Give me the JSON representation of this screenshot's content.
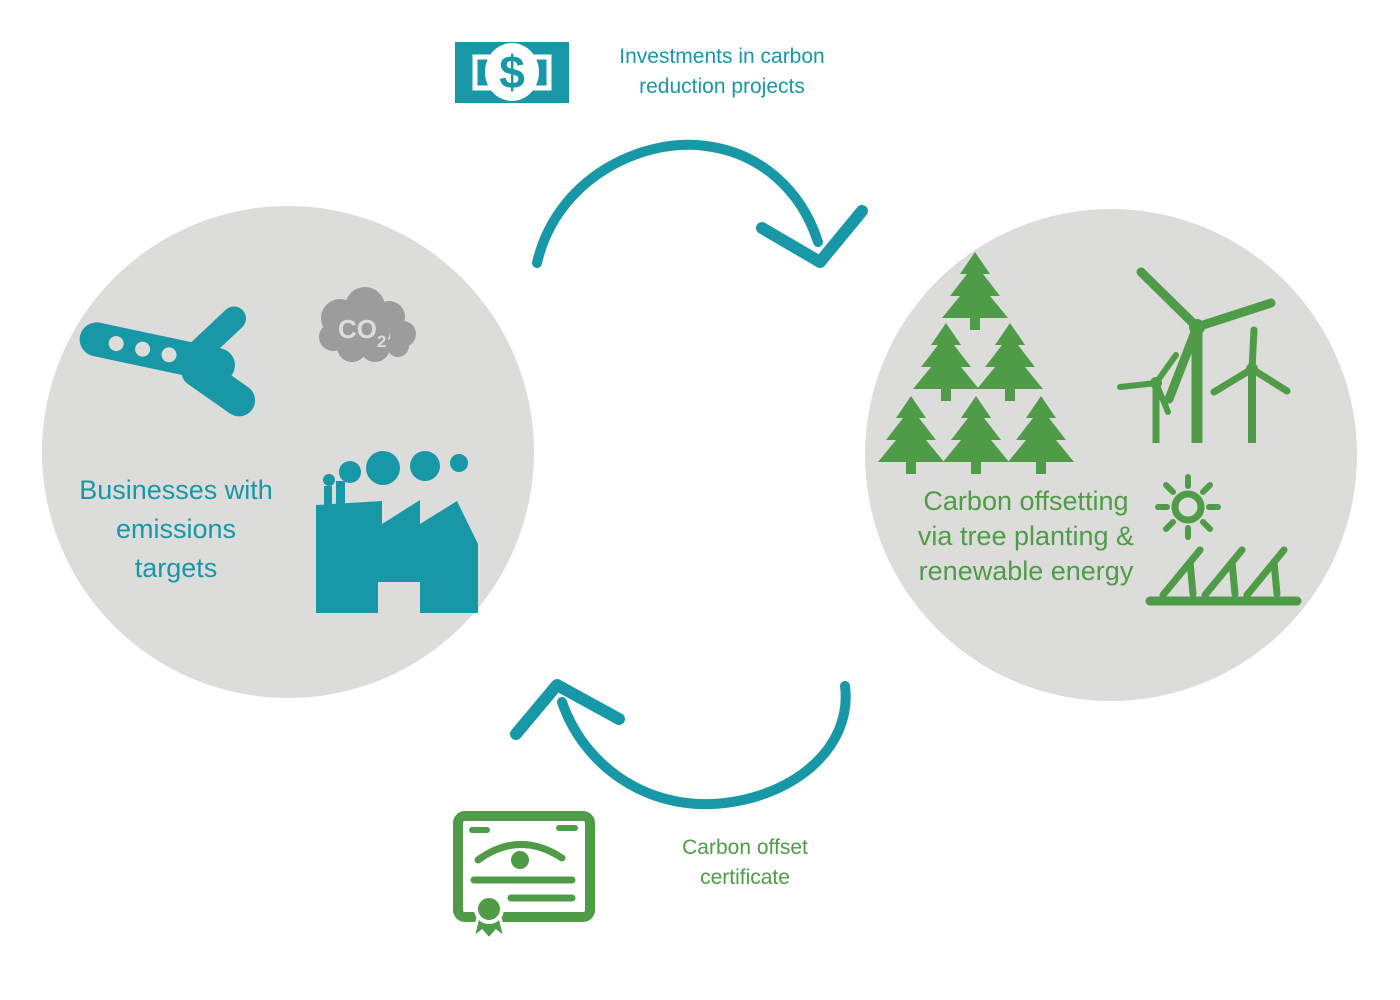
{
  "title": "Carbon offsetting cycle diagram",
  "colors": {
    "teal": "#1898A7",
    "green": "#4F9B48",
    "gray": "#DCDCDB",
    "cloud": "#9D9C9C",
    "background": "#FFFFFF"
  },
  "cycle": {
    "top_flow": {
      "label": "Investments in carbon\nreduction projects",
      "icon": "money-bill-icon",
      "currency_symbol": "$",
      "direction": "left-to-right"
    },
    "bottom_flow": {
      "label": "Carbon offset\ncertificate",
      "icon": "certificate-icon",
      "direction": "right-to-left"
    }
  },
  "left_circle": {
    "label": "Businesses with\nemissions\ntargets",
    "icons": [
      "airplane-icon",
      "co2-cloud-icon",
      "factory-icon"
    ],
    "co2_main": "CO",
    "co2_sub": "2"
  },
  "right_circle": {
    "label": "Carbon offsetting\nvia tree planting &\nrenewable energy",
    "icons": [
      "pine-tree-icon",
      "wind-turbine-icon",
      "sun-icon",
      "solar-panel-icon"
    ],
    "tree_count": 6,
    "wind_turbine_count": 3,
    "solar_panel_count": 3
  }
}
